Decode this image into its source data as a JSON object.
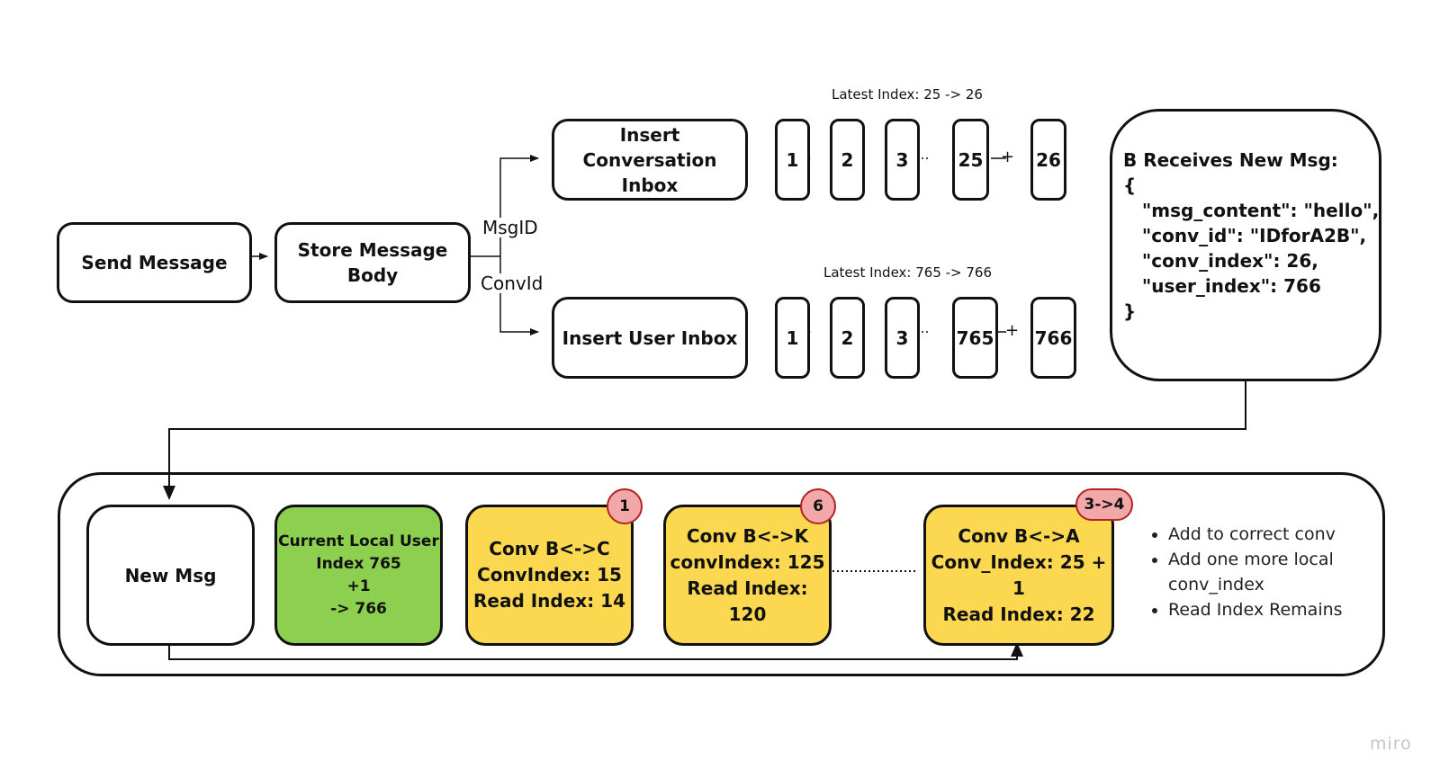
{
  "nodes": {
    "send_message": "Send Message",
    "store_message_body": "Store Message Body",
    "insert_conversation_inbox": "Insert Conversation Inbox",
    "insert_user_inbox": "Insert User Inbox"
  },
  "edges": {
    "msgid": "MsgID",
    "convid": "ConvId"
  },
  "conversation_inbox": {
    "latest_index": "Latest Index: 25 -> 26",
    "cells": [
      "1",
      "2",
      "3",
      "25",
      "26"
    ],
    "plus": "+"
  },
  "user_inbox": {
    "latest_index": "Latest Index: 765 -> 766",
    "cells": [
      "1",
      "2",
      "3",
      "765",
      "766"
    ],
    "plus": "+"
  },
  "received_message": {
    "title": "B Receives New Msg:",
    "lines": [
      "{",
      "   \"msg_content\": \"hello\",",
      "   \"conv_id\": \"IDforA2B\",",
      "   \"conv_index\": 26,",
      "   \"user_index\": 766",
      "}"
    ]
  },
  "client": {
    "new_msg": "New Msg",
    "local_user_index": [
      "Current Local User",
      "Index 765",
      "+1",
      "-> 766"
    ],
    "conversations": [
      {
        "lines": [
          "Conv B<->C",
          "ConvIndex: 15",
          "Read Index: 14"
        ],
        "badge": "1"
      },
      {
        "lines": [
          "Conv B<->K",
          "convIndex: 125",
          "Read Index: 120"
        ],
        "badge": "6"
      },
      {
        "lines": [
          "Conv B<->A",
          "Conv_Index: 25 + 1",
          "Read Index: 22"
        ],
        "badge": "3->4"
      }
    ],
    "notes": [
      "Add to correct conv",
      "Add one more local conv_index",
      "Read Index Remains"
    ]
  },
  "watermark": "miro",
  "colors": {
    "green": "#8dcf4e",
    "yellow": "#fbd84f",
    "badge_fill": "#f2a8a8",
    "badge_border": "#b02424"
  }
}
